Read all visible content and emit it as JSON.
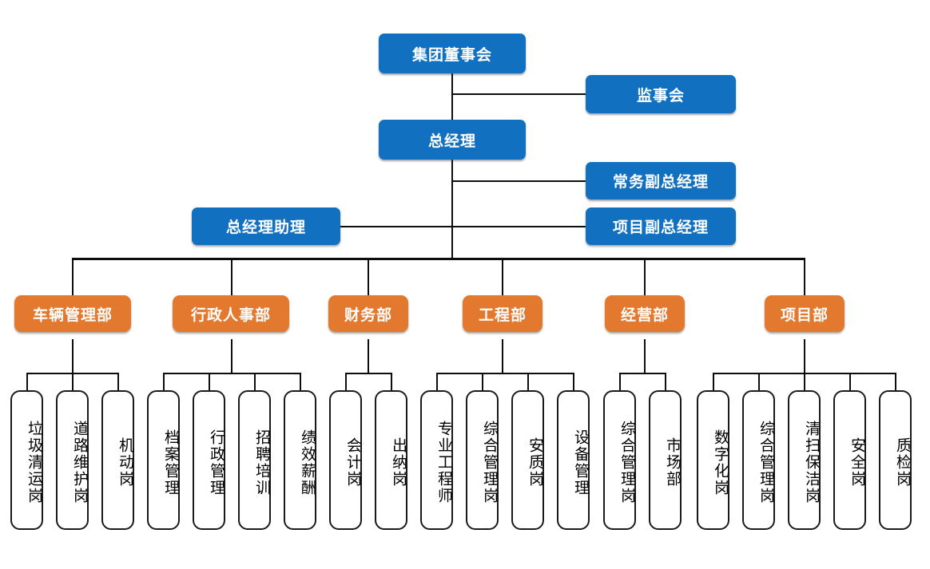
{
  "chart_data": {
    "type": "diagram",
    "diagram_kind": "organization-chart",
    "title": "",
    "colors": {
      "executive_box": "#1270C0",
      "department_box": "#E2792E",
      "position_box_border": "#1a1a1a",
      "position_box_fill": "#ffffff",
      "connector": "#0d0d0d",
      "text_on_color": "#ffffff",
      "text_on_white": "#000000"
    },
    "levels": [
      {
        "level": 1,
        "nodes": [
          "集团董事会"
        ]
      },
      {
        "level": 2,
        "nodes": [
          "监事会"
        ]
      },
      {
        "level": 3,
        "nodes": [
          "总经理"
        ]
      },
      {
        "level": 4,
        "nodes": [
          "常务副总经理",
          "项目副总经理",
          "总经理助理"
        ]
      },
      {
        "level": 5,
        "nodes": [
          "车辆管理部",
          "行政人事部",
          "财务部",
          "工程部",
          "经营部",
          "项目部"
        ]
      },
      {
        "level": 6,
        "nodes": [
          "垃圾清运岗",
          "道路维护岗",
          "机动岗",
          "档案管理",
          "行政管理",
          "招聘培训",
          "绩效薪酬",
          "会计岗",
          "出纳岗",
          "专业工程师",
          "综合管理岗",
          "安质岗",
          "设备管理",
          "综合管理岗",
          "市场部",
          "数字化岗",
          "综合管理岗",
          "清扫保洁岗",
          "安全岗",
          "质检岗"
        ]
      }
    ],
    "edges": [
      {
        "from": "集团董事会",
        "to": "监事会"
      },
      {
        "from": "集团董事会",
        "to": "总经理"
      },
      {
        "from": "总经理",
        "to": "常务副总经理"
      },
      {
        "from": "总经理",
        "to": "项目副总经理"
      },
      {
        "from": "总经理",
        "to": "总经理助理"
      },
      {
        "from": "总经理",
        "to": "车辆管理部"
      },
      {
        "from": "总经理",
        "to": "行政人事部"
      },
      {
        "from": "总经理",
        "to": "财务部"
      },
      {
        "from": "总经理",
        "to": "工程部"
      },
      {
        "from": "总经理",
        "to": "经营部"
      },
      {
        "from": "总经理",
        "to": "项目部"
      }
    ]
  },
  "board": {
    "label": "集团董事会"
  },
  "supervisory": {
    "label": "监事会"
  },
  "general_manager": {
    "label": "总经理"
  },
  "exec_deputy": {
    "label": "常务副总经理"
  },
  "project_deputy": {
    "label": "项目副总经理"
  },
  "gm_assistant": {
    "label": "总经理助理"
  },
  "departments": [
    {
      "id": "vehicle",
      "label": "车辆管理部",
      "positions": [
        {
          "label": "垃圾清运岗"
        },
        {
          "label": "道路维护岗"
        },
        {
          "label": "机动岗"
        }
      ]
    },
    {
      "id": "admin-hr",
      "label": "行政人事部",
      "positions": [
        {
          "label": "档案管理"
        },
        {
          "label": "行政管理"
        },
        {
          "label": "招聘培训"
        },
        {
          "label": "绩效薪酬"
        }
      ]
    },
    {
      "id": "finance",
      "label": "财务部",
      "positions": [
        {
          "label": "会计岗"
        },
        {
          "label": "出纳岗"
        }
      ]
    },
    {
      "id": "engineering",
      "label": "工程部",
      "positions": [
        {
          "label": "专业工程师"
        },
        {
          "label": "综合管理岗"
        },
        {
          "label": "安质岗"
        },
        {
          "label": "设备管理"
        }
      ]
    },
    {
      "id": "operations",
      "label": "经营部",
      "positions": [
        {
          "label": "综合管理岗"
        },
        {
          "label": "市场部"
        }
      ]
    },
    {
      "id": "project",
      "label": "项目部",
      "positions": [
        {
          "label": "数字化岗"
        },
        {
          "label": "综合管理岗"
        },
        {
          "label": "清扫保洁岗"
        },
        {
          "label": "安全岗"
        },
        {
          "label": "质检岗"
        }
      ]
    }
  ]
}
